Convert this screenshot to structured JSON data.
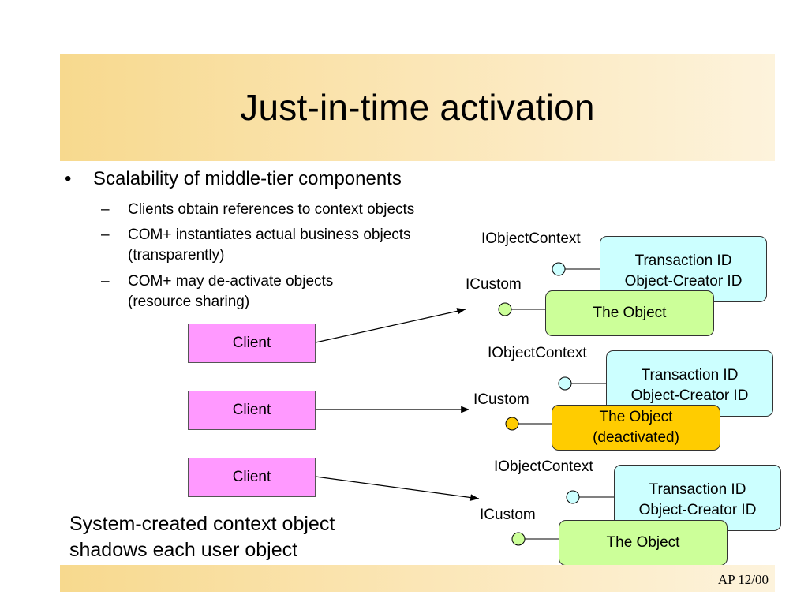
{
  "slide": {
    "title": "Just-in-time activation",
    "footer": "AP 12/00"
  },
  "bullets": {
    "main": {
      "mark": "•",
      "text": "Scalability of middle-tier components"
    },
    "subs": [
      {
        "dash": "–",
        "lines": [
          "Clients obtain references to context objects"
        ]
      },
      {
        "dash": "–",
        "lines": [
          "COM+ instantiates actual business objects",
          "(transparently)"
        ]
      },
      {
        "dash": "–",
        "lines": [
          "COM+ may de-activate objects",
          "(resource sharing)"
        ]
      }
    ]
  },
  "caption": {
    "line1": "System-created context object",
    "line2": "shadows each user object"
  },
  "diagram": {
    "clients": [
      {
        "label": "Client"
      },
      {
        "label": "Client"
      },
      {
        "label": "Client"
      }
    ],
    "groups": [
      {
        "context_interface": "IObjectContext",
        "custom_interface": "ICustom",
        "context_lines": [
          "Transaction ID",
          "Object-Creator ID"
        ],
        "object_lines": [
          "The Object"
        ],
        "state": "active"
      },
      {
        "context_interface": "IObjectContext",
        "custom_interface": "ICustom",
        "context_lines": [
          "Transaction ID",
          "Object-Creator ID"
        ],
        "object_lines": [
          "The Object",
          "(deactivated)"
        ],
        "state": "deactivated"
      },
      {
        "context_interface": "IObjectContext",
        "custom_interface": "ICustom",
        "context_lines": [
          "Transaction ID",
          "Object-Creator ID"
        ],
        "object_lines": [
          "The Object"
        ],
        "state": "active"
      }
    ],
    "colors": {
      "client_fill": "#ff99ff",
      "context_fill": "#ccffff",
      "object_fill": "#ccff99",
      "deactivated_fill": "#ffcc00",
      "context_lollipop": "#ccffff",
      "object_lollipop": "#ccff99",
      "deactivated_lollipop": "#ffcc00"
    }
  }
}
